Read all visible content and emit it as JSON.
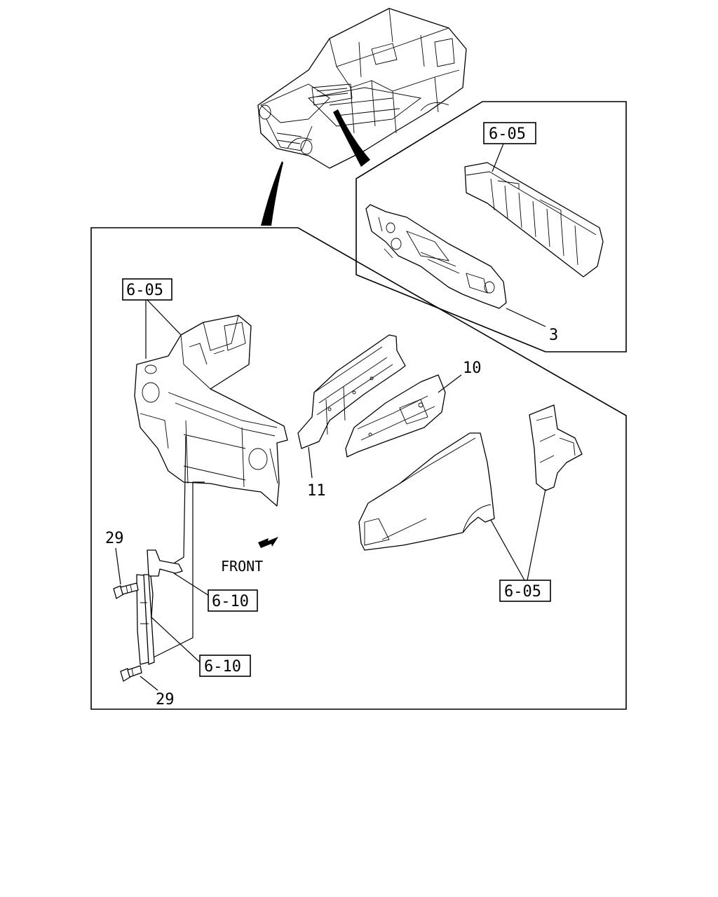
{
  "labels": {
    "ref_top_panel": "6-05",
    "part_3": "3",
    "ref_left_assy": "6-05",
    "part_10": "10",
    "part_11": "11",
    "part_29_upper": "29",
    "part_29_lower": "29",
    "front_arrow_text": "FRONT",
    "ref_bracket_upper": "6-10",
    "ref_bracket_lower": "6-10",
    "ref_fender": "6-05"
  }
}
